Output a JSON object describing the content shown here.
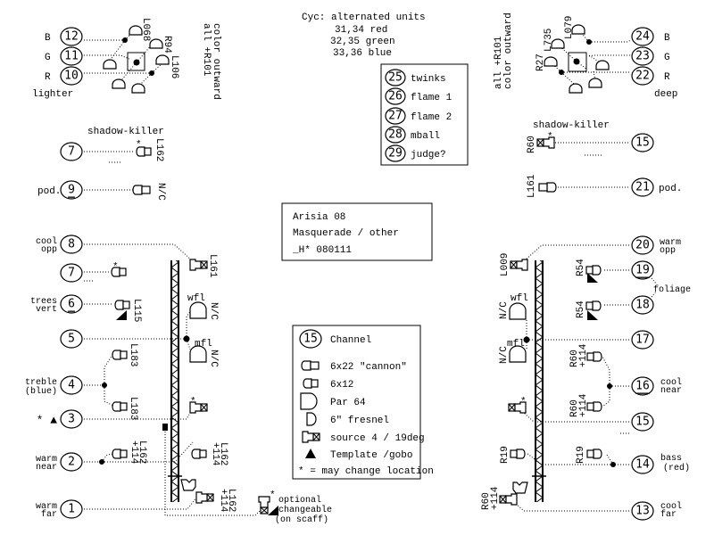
{
  "cyc": {
    "title": "Cyc: alternated units",
    "lines": [
      "31,34 red",
      "32,35 green",
      "33,36 blue"
    ]
  },
  "title_box": {
    "line1": "Arisia 08",
    "line2": "Masquerade / other",
    "line3": "_H* 080111"
  },
  "special_channels": [
    {
      "num": "25",
      "label": "twinks"
    },
    {
      "num": "26",
      "label": "flame 1"
    },
    {
      "num": "27",
      "label": "flame 2"
    },
    {
      "num": "28",
      "label": "mball"
    },
    {
      "num": "29",
      "label": "judge?"
    }
  ],
  "top_left": {
    "channels": [
      {
        "num": "12",
        "tag": "B"
      },
      {
        "num": "11",
        "tag": "G"
      },
      {
        "num": "10",
        "tag": "R"
      }
    ],
    "caption": "lighter",
    "gels": [
      "L068",
      "R94",
      "L106"
    ],
    "note": [
      "all +R101",
      "color outward"
    ]
  },
  "top_right": {
    "channels": [
      {
        "num": "24",
        "tag": "B"
      },
      {
        "num": "23",
        "tag": "G"
      },
      {
        "num": "22",
        "tag": "R"
      }
    ],
    "caption": "deep",
    "gels": [
      "L079",
      "L735",
      "R27"
    ],
    "note": [
      "all +R101",
      "color outward"
    ]
  },
  "shadow_killer_label": "shadow-killer",
  "pod_label": "pod.",
  "left_upper": [
    {
      "num": "7",
      "gel": "L162",
      "star": "*"
    },
    {
      "num": "9",
      "gel": "N/C"
    }
  ],
  "right_upper": [
    {
      "num": "15",
      "gel": "R60",
      "star": "*"
    },
    {
      "num": "21",
      "gel": "L161"
    }
  ],
  "left_lower": {
    "channels": [
      {
        "num": "8",
        "label": [
          "cool",
          "opp"
        ]
      },
      {
        "num": "7",
        "label": []
      },
      {
        "num": "6",
        "label": [
          "trees",
          "vert"
        ]
      },
      {
        "num": "5",
        "label": []
      },
      {
        "num": "4",
        "label": [
          "treble",
          "(blue)"
        ]
      },
      {
        "num": "3",
        "label": [
          "* ▲"
        ]
      },
      {
        "num": "2",
        "label": [
          "warm",
          "near"
        ]
      },
      {
        "num": "1",
        "label": [
          "warm",
          "far"
        ]
      }
    ],
    "gels": {
      "ch8": "L161",
      "ch6": "L115",
      "wfl": "wfl",
      "mfl": "mfl",
      "nc": "N/C",
      "ch4": "L183",
      "ch2a": [
        "L162",
        "+114"
      ],
      "ch2b": [
        "L162",
        "+114"
      ],
      "ch1": [
        "L162",
        "+114"
      ]
    },
    "optional_note": [
      "optional",
      "changeable",
      "(on scaff)"
    ]
  },
  "right_lower": {
    "channels": [
      {
        "num": "20",
        "label": [
          "warm",
          "opp"
        ]
      },
      {
        "num": "19",
        "label": []
      },
      {
        "num": "18",
        "label": []
      },
      {
        "num": "17",
        "label": []
      },
      {
        "num": "16",
        "label": [
          "cool",
          "near"
        ]
      },
      {
        "num": "15",
        "label": []
      },
      {
        "num": "14",
        "label": [
          "bass",
          "(red)"
        ]
      },
      {
        "num": "13",
        "label": [
          "cool",
          "far"
        ]
      }
    ],
    "foliage_label": "foliage",
    "gels": {
      "ch20": "L009",
      "ch19": "R54",
      "ch18": "R54",
      "wfl": "wfl",
      "mfl": "mfl",
      "nc": "N/C",
      "ch16": [
        "R60",
        "+114"
      ],
      "ch14": "R19",
      "ch13": [
        "R60",
        "+114"
      ]
    }
  },
  "legend": {
    "channel_num": "15",
    "channel_label": "Channel",
    "items": [
      "6x22 \"cannon\"",
      "6x12",
      "Par 64",
      "6\" fresnel",
      "source 4 / 19deg",
      "Template /gobo"
    ],
    "note": "* = may change location"
  }
}
